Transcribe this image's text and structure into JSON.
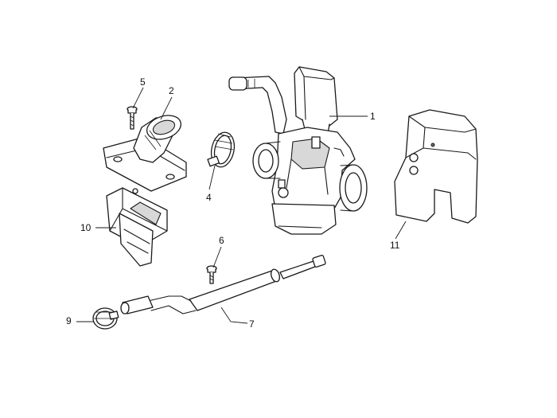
{
  "callouts": [
    {
      "id": "1",
      "label": "1"
    },
    {
      "id": "2",
      "label": "2"
    },
    {
      "id": "4",
      "label": "4"
    },
    {
      "id": "5",
      "label": "5"
    },
    {
      "id": "6",
      "label": "6"
    },
    {
      "id": "7",
      "label": "7"
    },
    {
      "id": "9",
      "label": "9"
    },
    {
      "id": "10",
      "label": "10"
    },
    {
      "id": "11",
      "label": "11"
    }
  ],
  "colors": {
    "line": "#1a1a1a",
    "fill": "#ffffff",
    "shade": "#d8d8d8"
  }
}
